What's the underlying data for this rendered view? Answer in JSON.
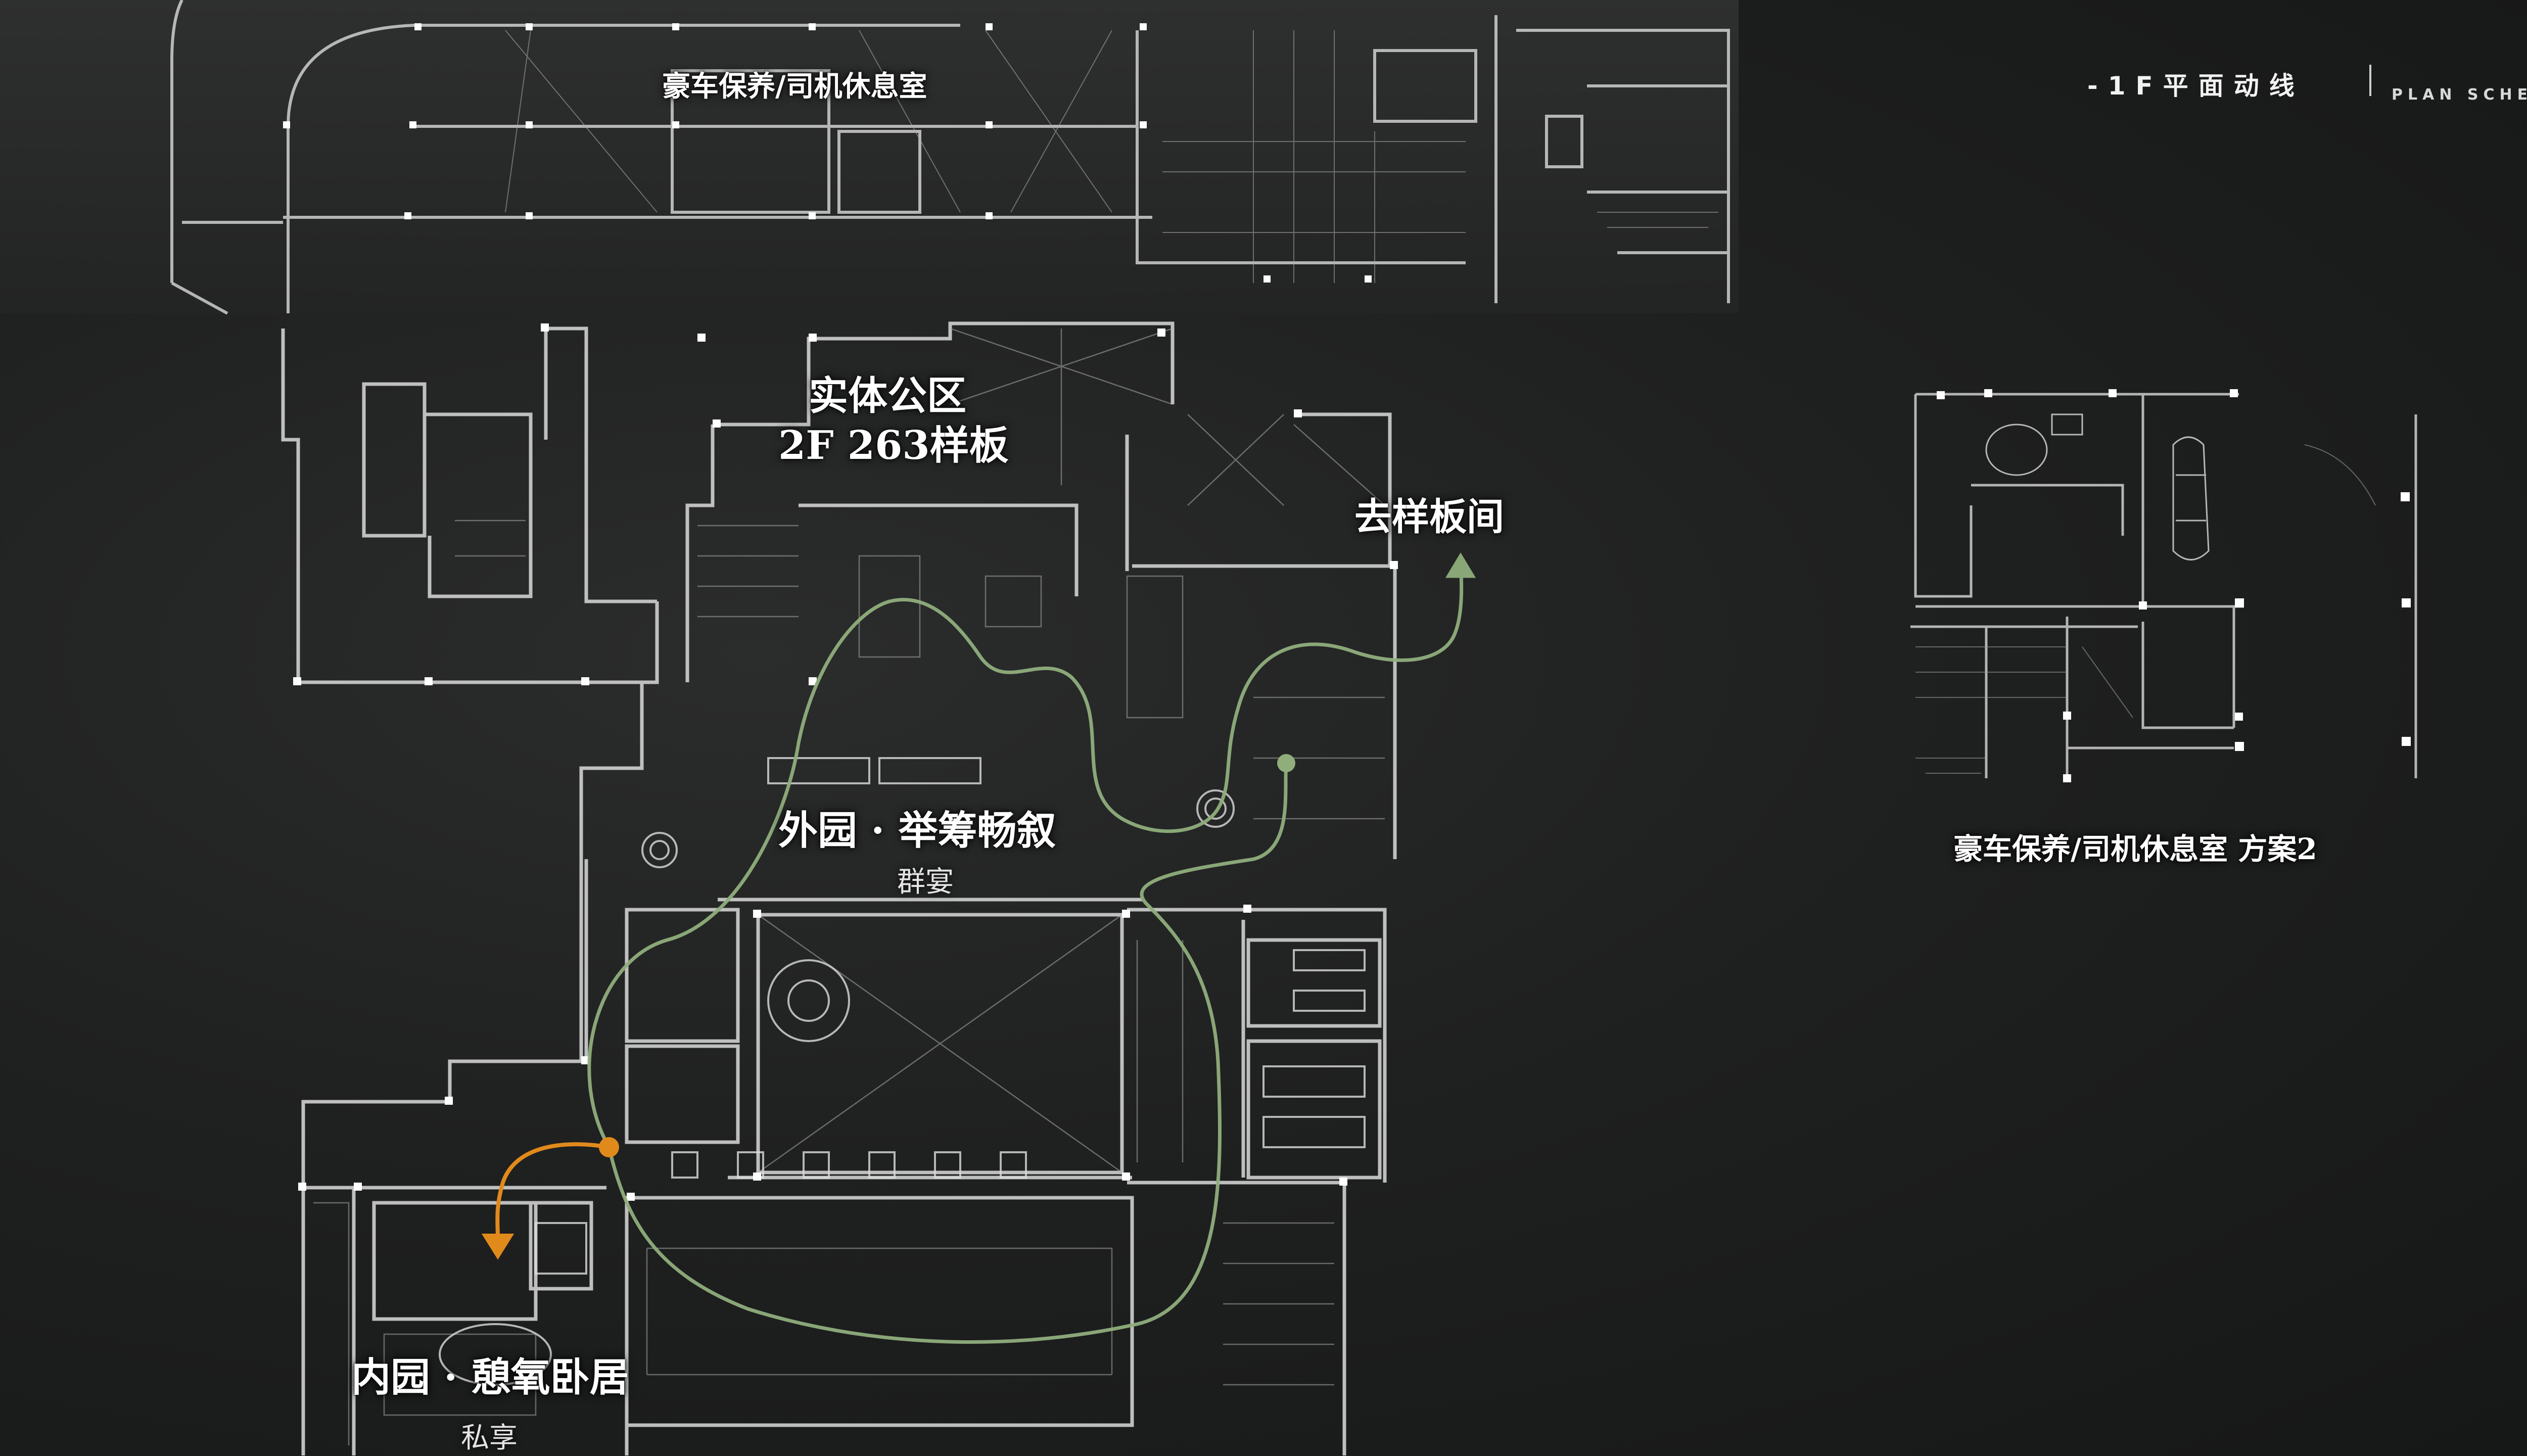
{
  "header": {
    "title": "-1F平面动线",
    "subtitle": "PLAN SCHEME"
  },
  "labels": {
    "garage_top": "豪车保养/司机休息室",
    "office_line1": "实体公区",
    "office_line2": "2F 263样板",
    "to_sample": "去样板间",
    "outer_garden": "外园 · 举筹畅叙",
    "outer_garden_sub": "群宴",
    "inner_garden": "内园 · 憩氧卧居",
    "inner_garden_sub": "私享",
    "option2_caption": "豪车保养/司机休息室 方案2"
  },
  "colors": {
    "background": "#1e1f1f",
    "plan_lines": "#d6d6d6",
    "route_green": "#8fae7c",
    "route_orange": "#e08a1c",
    "text": "#ffffff"
  }
}
